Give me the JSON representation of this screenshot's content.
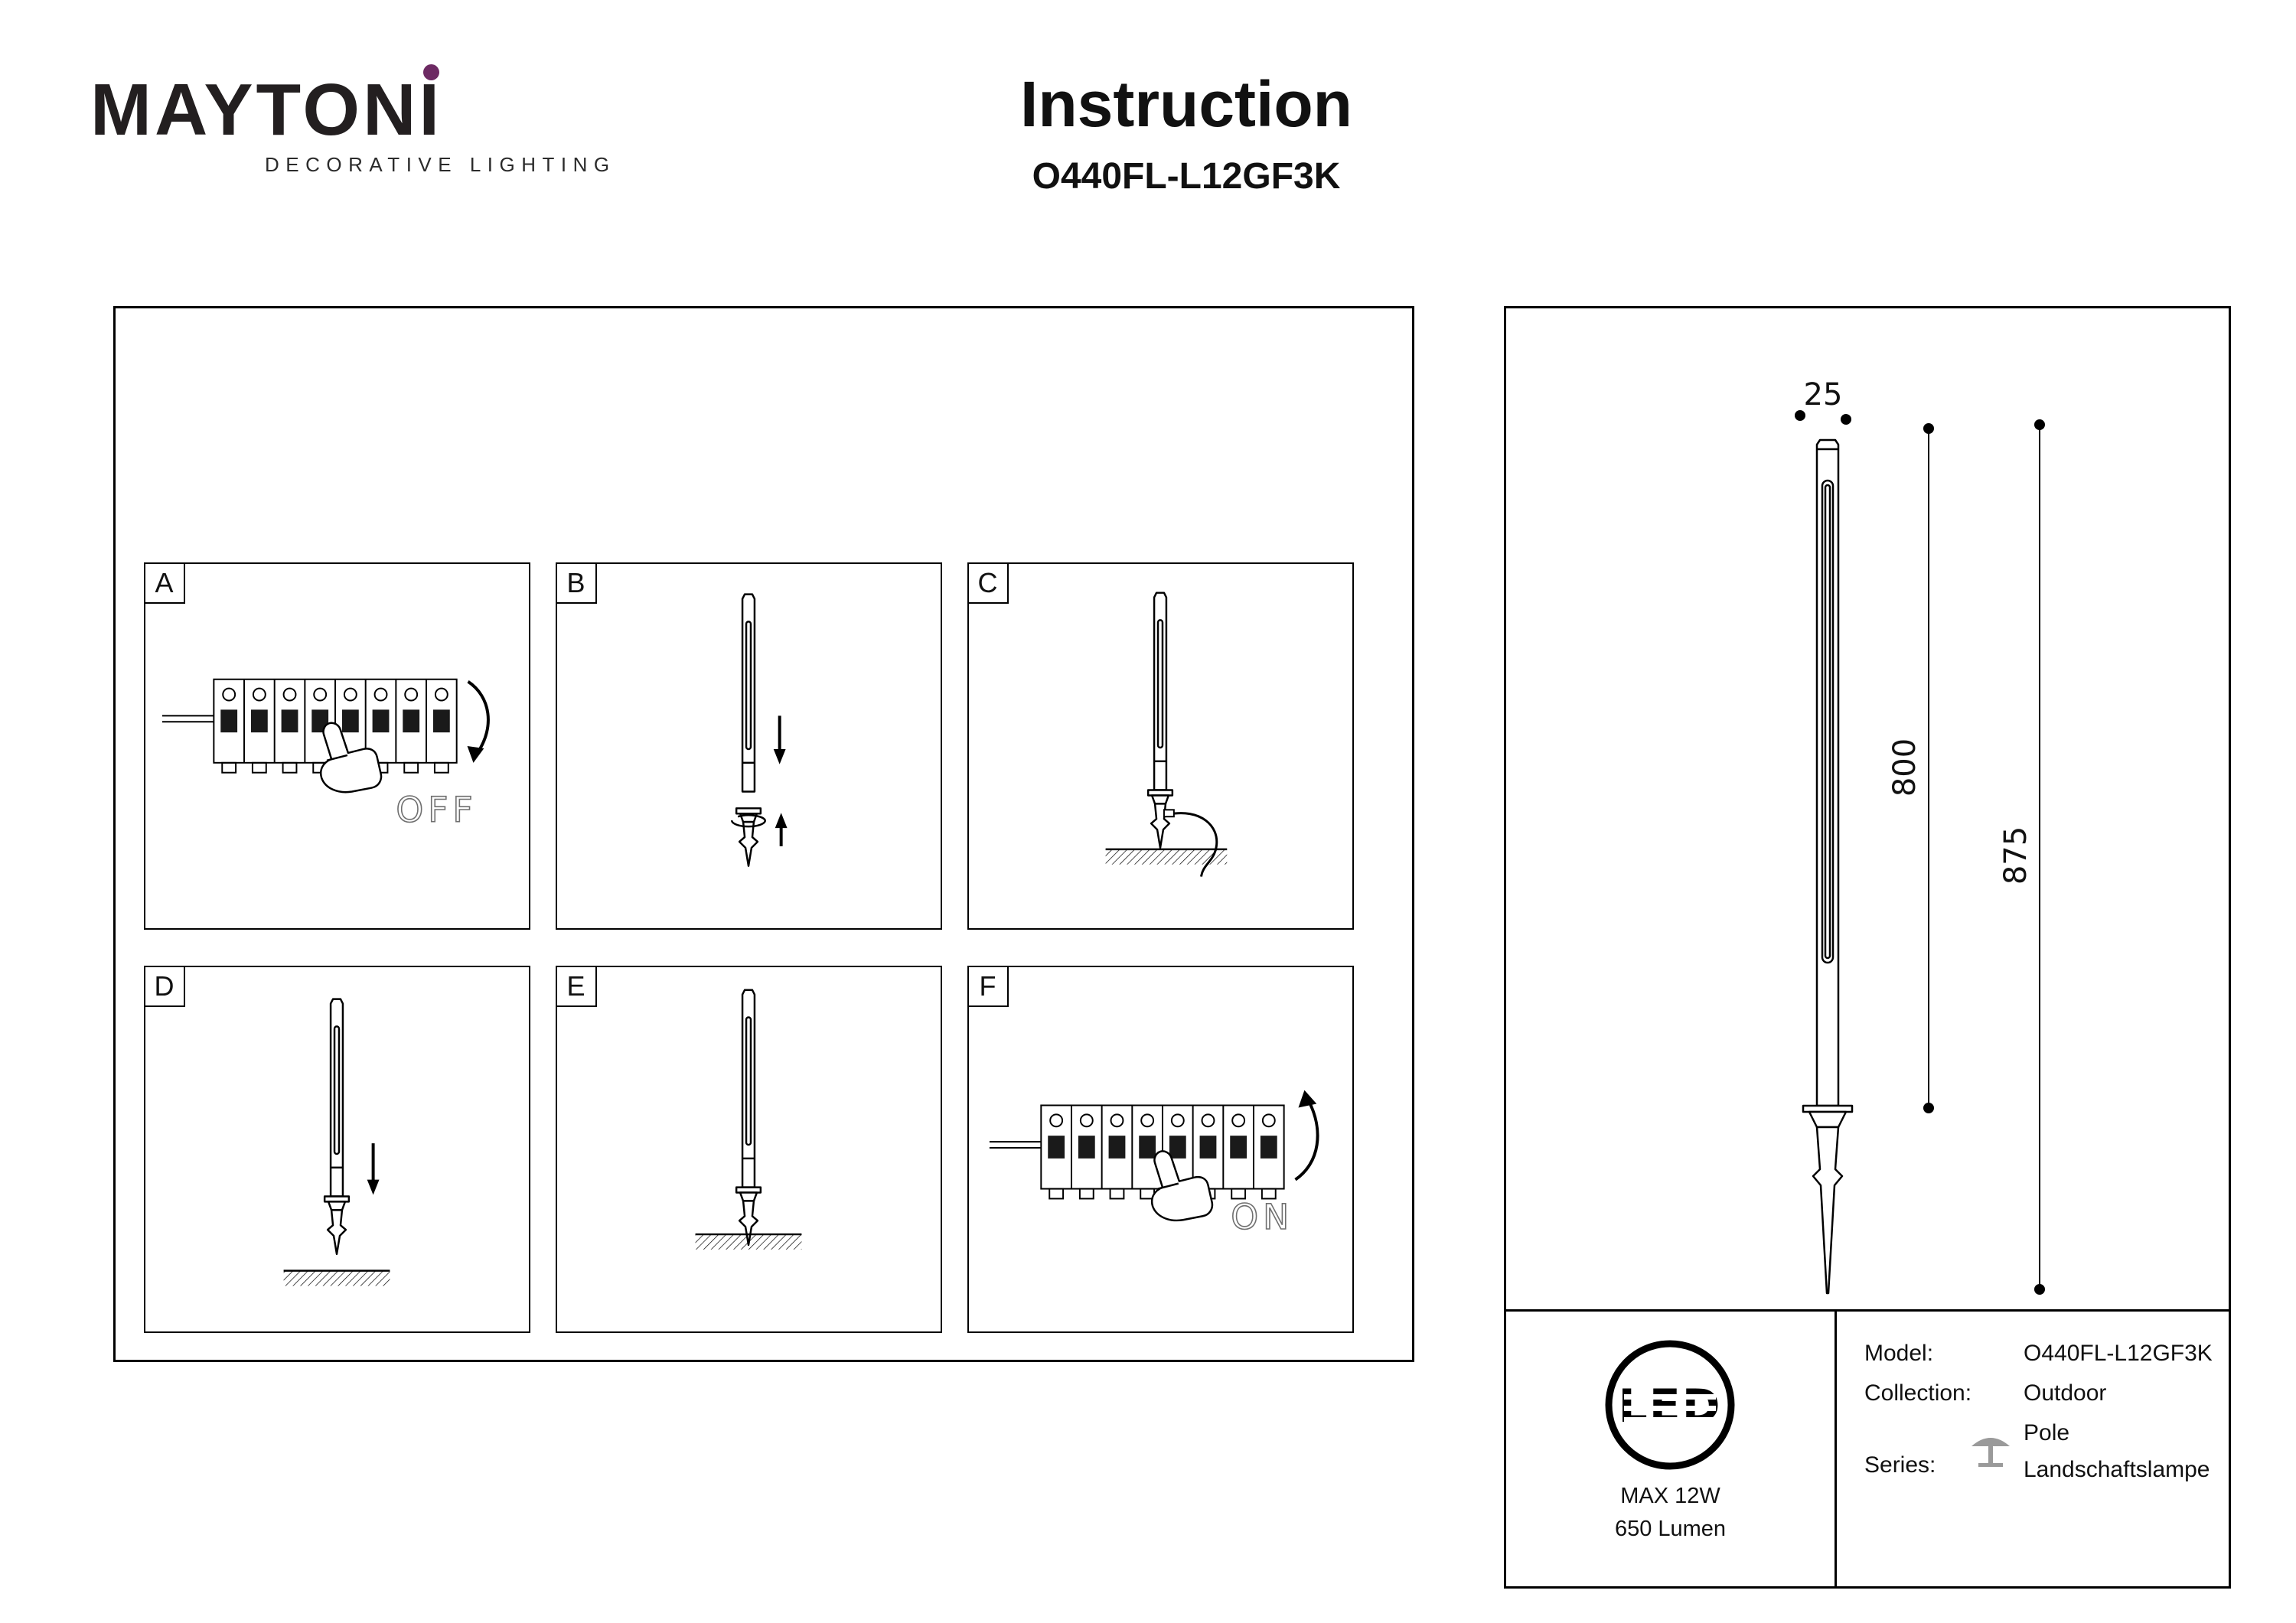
{
  "header": {
    "logo": "MAYTONI",
    "logo_sub": "DECORATIVE LIGHTING",
    "title": "Instruction",
    "model_code": "O440FL-L12GF3K"
  },
  "panels": [
    {
      "label": "A",
      "caption": "OFF"
    },
    {
      "label": "B"
    },
    {
      "label": "C"
    },
    {
      "label": "D"
    },
    {
      "label": "E"
    },
    {
      "label": "F",
      "caption": "ON"
    }
  ],
  "dim": {
    "width_top": "25",
    "pole_height": "800",
    "total_height": "875"
  },
  "spec": {
    "led_label": "LED",
    "max_power": "MAX 12W",
    "lumen": "650 Lumen",
    "rows": [
      {
        "label": "Model:",
        "value": "O440FL-L12GF3K"
      },
      {
        "label": "Collection:",
        "value": "Outdoor"
      },
      {
        "label": "Series:",
        "value": "Pole",
        "value2": "Landschaftslampe"
      }
    ]
  }
}
